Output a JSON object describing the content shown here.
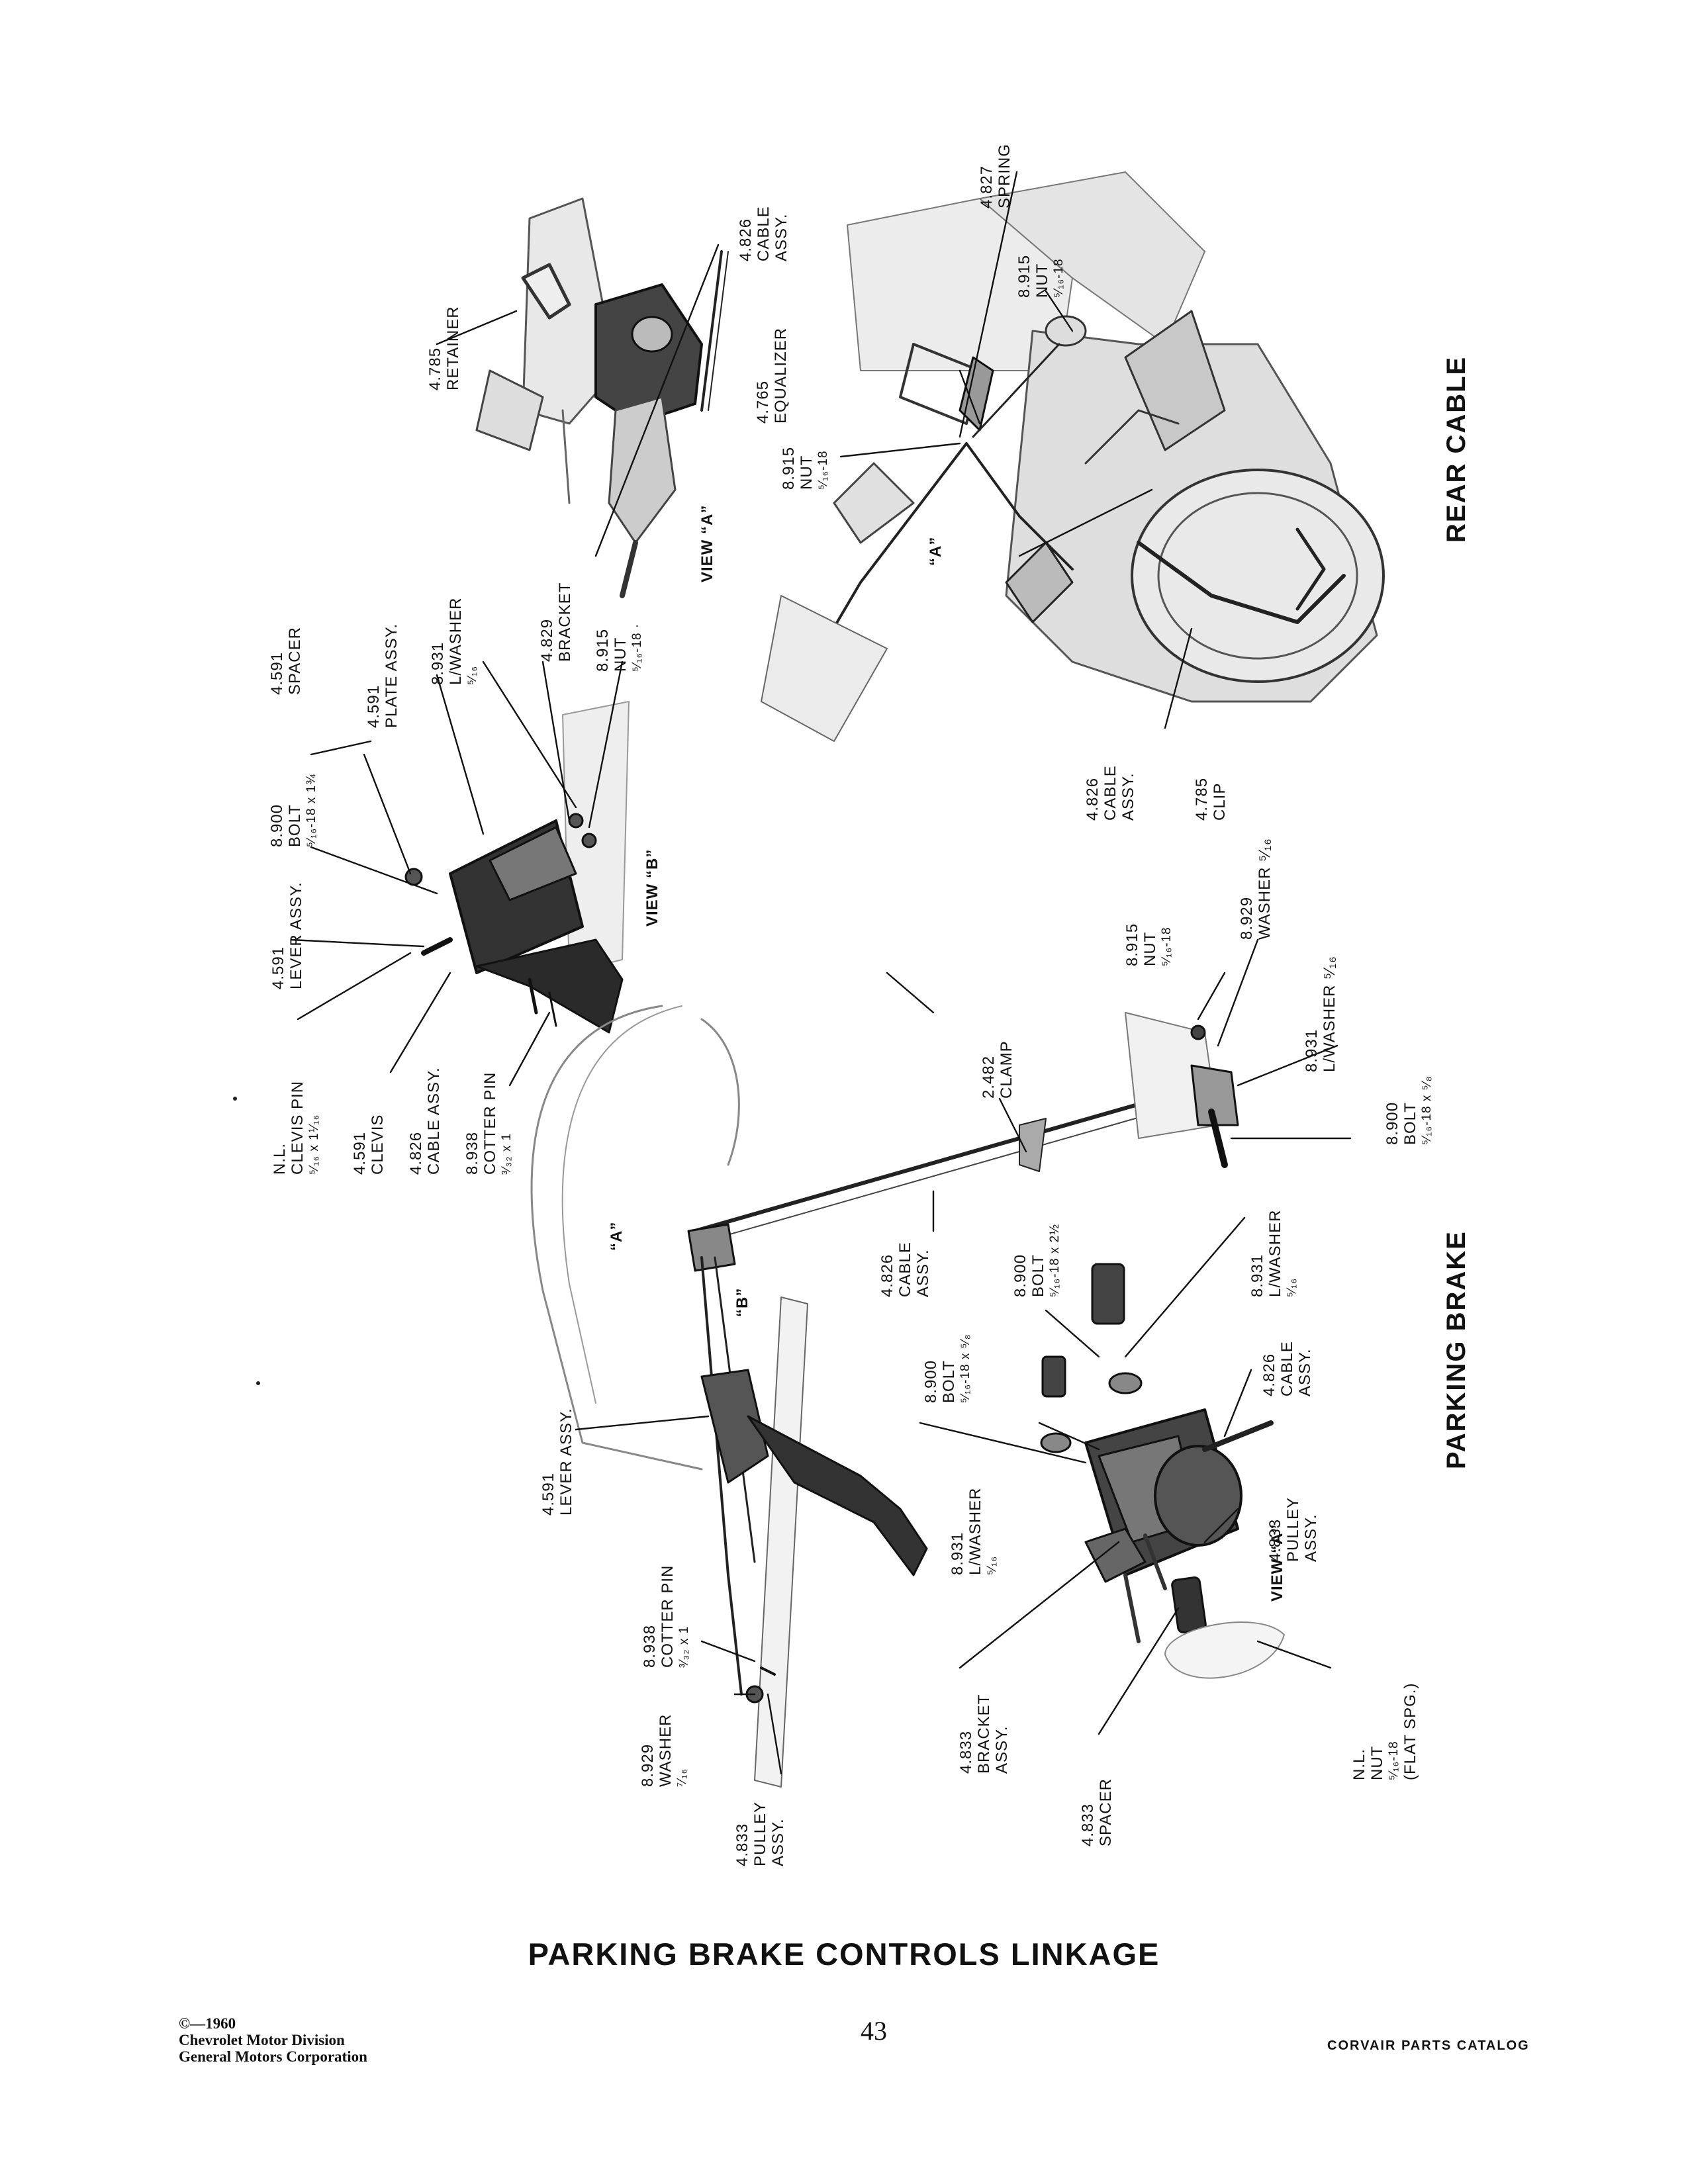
{
  "title": "PARKING BRAKE CONTROLS LINKAGE",
  "sections": {
    "rear_cable": "REAR CABLE",
    "parking_brake": "PARKING BRAKE"
  },
  "views": {
    "view_a_top": "VIEW “A”",
    "view_b": "VIEW “B”",
    "view_a_bottom": "VIEW “A”",
    "a_marker_rear": "“A”",
    "a_marker_main": "“A”",
    "b_marker": "“B”"
  },
  "labels": {
    "spring_4827": [
      "4.827",
      "SPRING"
    ],
    "cable_4826_top": [
      "4.826",
      "CABLE",
      "ASSY."
    ],
    "retainer_4785": [
      "4.785",
      "RETAINER"
    ],
    "nut_8915_r1": [
      "8.915",
      "NUT",
      "⁵⁄₁₆-18"
    ],
    "equalizer_4765": [
      "4.765",
      "EQUALIZER"
    ],
    "nut_8915_r2": [
      "8.915",
      "NUT",
      "⁵⁄₁₆-18"
    ],
    "nut_8915_vb": [
      "8.915",
      "NUT",
      "⁵⁄₁₆-18 ·"
    ],
    "bracket_4829": [
      "4.829",
      "BRACKET"
    ],
    "lwasher_8931_vb": [
      "8.931",
      "L/WASHER",
      "⁵⁄₁₆"
    ],
    "plate_4591": [
      "4.591",
      "PLATE ASSY."
    ],
    "spacer_4591": [
      "4.591",
      "SPACER"
    ],
    "bolt_8900_vb": [
      "8.900",
      "BOLT",
      "⁵⁄₁₆-18 x 1¾"
    ],
    "lever_4591_vb": [
      "4.591",
      "LEVER ASSY."
    ],
    "clevis_pin_nl": [
      "N.L.",
      "CLEVIS PIN",
      "⁵⁄₁₆ x 1¹⁄₁₆"
    ],
    "clevis_4591": [
      "4.591",
      "CLEVIS"
    ],
    "cable_4826_vb": [
      "4.826",
      "CABLE ASSY."
    ],
    "cotter_8938_vb": [
      "8.938",
      "COTTER PIN",
      "³⁄₃₂ x 1"
    ],
    "cable_4826_rear": [
      "4.826",
      "CABLE",
      "ASSY."
    ],
    "clip_4785": [
      "4.785",
      "CLIP"
    ],
    "nut_8915_mid": [
      "8.915",
      "NUT",
      "⁵⁄₁₆-18"
    ],
    "washer_8929_mid": [
      "8.929",
      "WASHER ⁵⁄₁₆"
    ],
    "lwasher_8931_mid": [
      "8.931",
      "L/WASHER ⁵⁄₁₆"
    ],
    "bolt_8900_mid": [
      "8.900",
      "BOLT",
      "⁵⁄₁₆-18 x ⁵⁄₈"
    ],
    "clamp_2482": [
      "2.482",
      "CLAMP"
    ],
    "cable_4826_mid": [
      "4.826",
      "CABLE",
      "ASSY."
    ],
    "bolt_8900_va1": [
      "8.900",
      "BOLT",
      "⁵⁄₁₆-18 x 2½"
    ],
    "lwasher_8931_va1": [
      "8.931",
      "L/WASHER",
      "⁵⁄₁₆"
    ],
    "bolt_8900_va2": [
      "8.900",
      "BOLT",
      "⁵⁄₁₆-18 x ⁵⁄₈"
    ],
    "cable_4826_va": [
      "4.826",
      "CABLE",
      "ASSY."
    ],
    "lwasher_8931_va2": [
      "8.931",
      "L/WASHER",
      "⁵⁄₁₆"
    ],
    "pulley_4833_va": [
      "4.833",
      "PULLEY",
      "ASSY."
    ],
    "lever_4591_main": [
      "4.591",
      "LEVER ASSY."
    ],
    "cotter_8938_main": [
      "8.938",
      "COTTER PIN",
      "³⁄₃₂ x 1"
    ],
    "washer_8929_main": [
      "8.929",
      "WASHER",
      "⁷⁄₁₆"
    ],
    "pulley_4833_main": [
      "4.833",
      "PULLEY",
      "ASSY."
    ],
    "bracket_4833": [
      "4.833",
      "BRACKET",
      "ASSY."
    ],
    "spacer_4833": [
      "4.833",
      "SPACER"
    ],
    "nut_nl_flat": [
      "N.L.",
      "NUT",
      "⁵⁄₁₆-18",
      "(FLAT SPG.)"
    ]
  },
  "footer": {
    "copyright": "©—1960",
    "division": "Chevrolet Motor Division",
    "corporation": "General Motors Corporation",
    "page_number": "43",
    "catalog": "CORVAIR PARTS CATALOG"
  }
}
